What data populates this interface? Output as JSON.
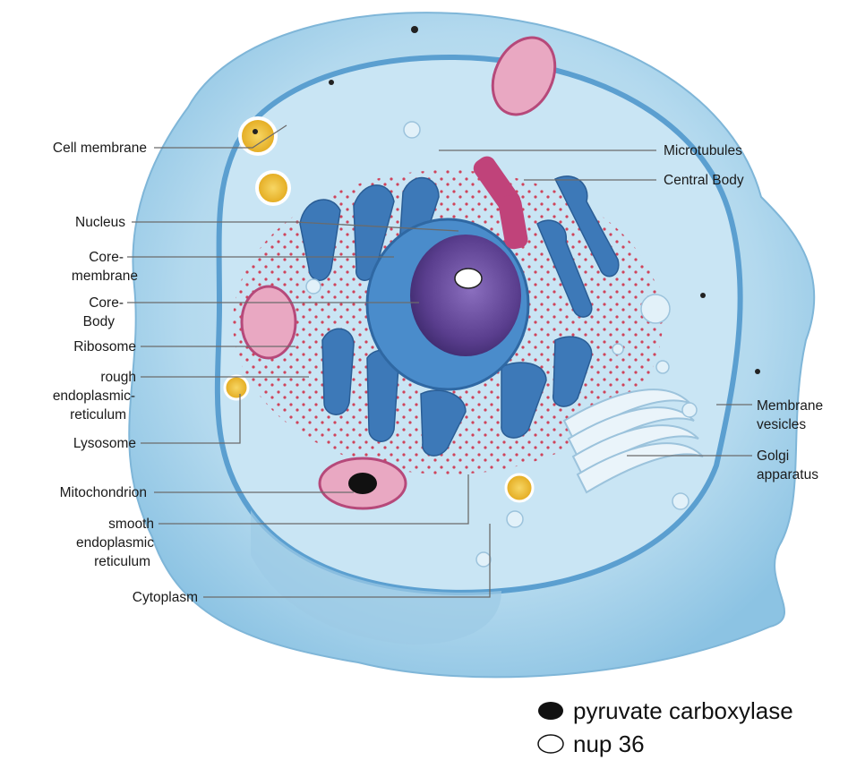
{
  "labels": {
    "cell_membrane": "Cell membrane",
    "nucleus": "Nucleus",
    "core_membrane": [
      "Core-",
      "membrane"
    ],
    "core_body": [
      "Core-",
      "Body"
    ],
    "ribosome": "Ribosome",
    "rough_er": [
      "rough",
      "endoplasmic-",
      "reticulum"
    ],
    "lysosome": "Lysosome",
    "mitochondrion": "Mitochondrion",
    "smooth_er": [
      "smooth",
      "endoplasmic",
      "reticulum"
    ],
    "cytoplasm": "Cytoplasm",
    "microtubules": "Microtubules",
    "central_body": "Central Body",
    "membrane_vesicles": [
      "Membrane",
      "vesicles"
    ],
    "golgi_apparatus": [
      "Golgi",
      "apparatus"
    ]
  },
  "legend": [
    {
      "marker": "filled-black-ellipse",
      "label": "pyruvate carboxylase"
    },
    {
      "marker": "open-ellipse",
      "label": "nup 36"
    }
  ],
  "colors": {
    "cell_outer": "#b9dcef",
    "cell_inner": "#c9e5f4",
    "er": "#3d79b8",
    "nucleus": "#5a3e8e",
    "centrosome": "#c0437a",
    "ribosome_dots": "#d0314a",
    "lysosome": "#f0c23a"
  }
}
